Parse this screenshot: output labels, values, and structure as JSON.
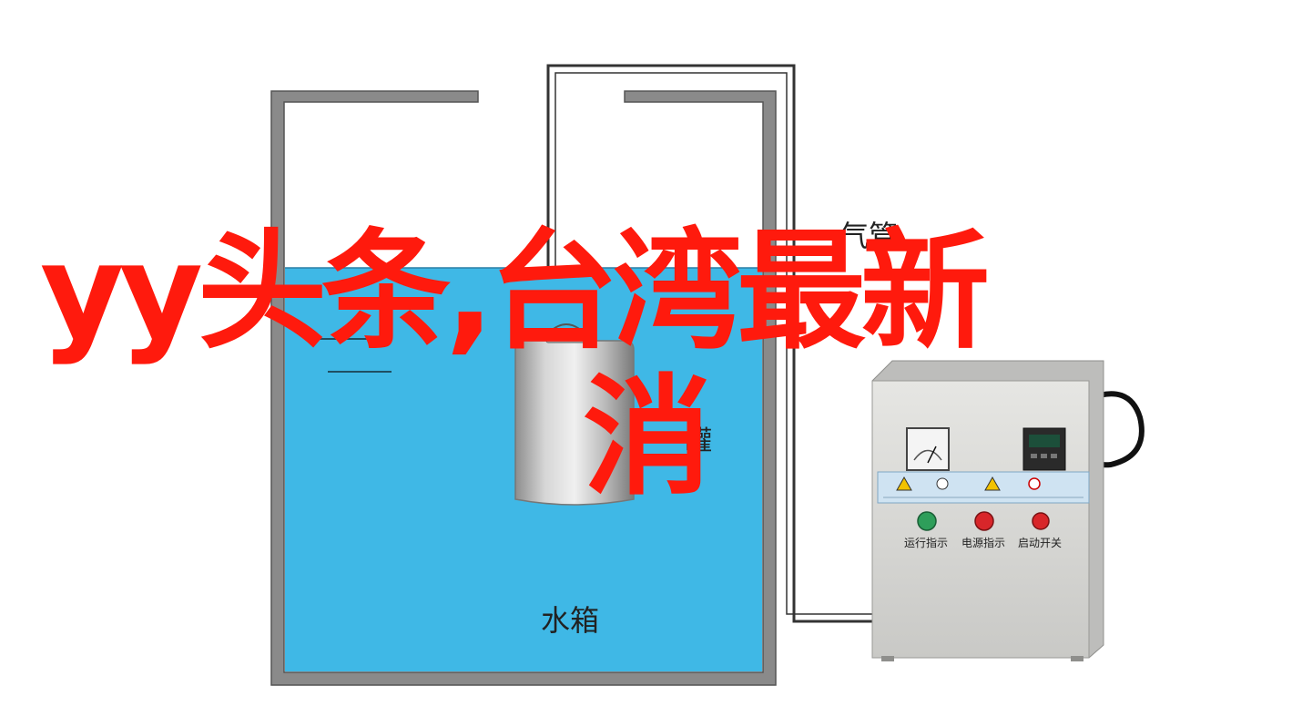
{
  "headline": {
    "line1": "yy头条,台湾最新",
    "line2": "消",
    "color": "#ff1a0d"
  },
  "labels": {
    "air_pipe": "气管",
    "tank_small": "罐",
    "water_tank": "水箱"
  },
  "control_box": {
    "warning_strip_text": "",
    "buttons": [
      {
        "label": "运行指示",
        "color": "#2e9e5a"
      },
      {
        "label": "电源指示",
        "color": "#d8262a"
      },
      {
        "label": "启动开关",
        "color": "#d8262a"
      }
    ]
  },
  "colors": {
    "water": "#3fb8e6",
    "tank_wall": "#777777",
    "box_body": "#d9d9d6",
    "pipe": "#333333"
  }
}
